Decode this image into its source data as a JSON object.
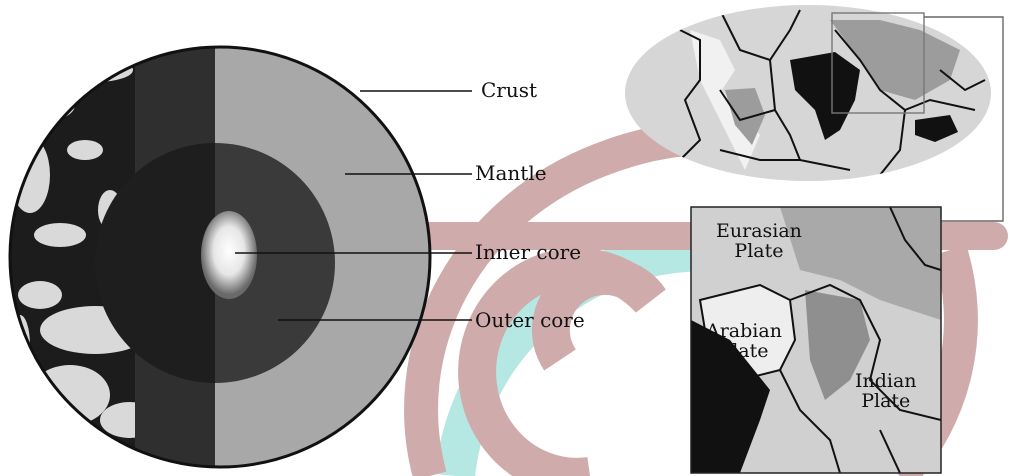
{
  "earth_cross_section": {
    "labels": {
      "crust": "Crust",
      "mantle": "Mantle",
      "inner_core": "Inner core",
      "outer_core": "Outer core"
    }
  },
  "plate_map": {
    "labels": {
      "eurasian_line1": "Eurasian",
      "eurasian_line2": "Plate",
      "arabian_line1": "Arabian",
      "arabian_line2": "Plate",
      "indian_line1": "Indian",
      "indian_line2": "Plate"
    }
  },
  "colors": {
    "watermark_pink": "#caa4a3",
    "watermark_teal": "#aee6df",
    "mantle_gray": "#a8a8a8",
    "outer_core_dark": "#3a3a3a"
  }
}
